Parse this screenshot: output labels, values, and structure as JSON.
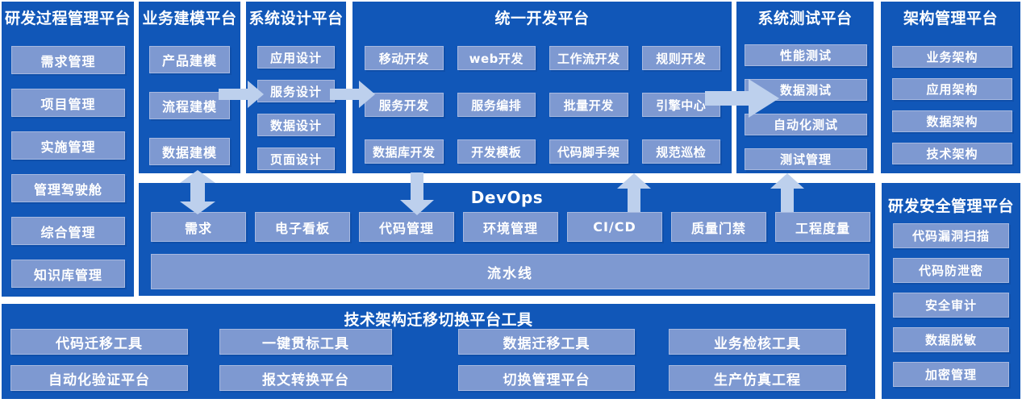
{
  "colors": {
    "bg": "#ffffff",
    "panel": "#1157b8",
    "module": "#7e99d1",
    "arrow": "#bdd0ed",
    "text": "#ffffff"
  },
  "panels": {
    "process": {
      "title": "研发过程管理平台",
      "items": [
        "需求管理",
        "项目管理",
        "实施管理",
        "管理驾驶舱",
        "综合管理",
        "知识库管理"
      ]
    },
    "modeling": {
      "title": "业务建模平台",
      "items": [
        "产品建模",
        "流程建模",
        "数据建模"
      ]
    },
    "design": {
      "title": "系统设计平台",
      "items": [
        "应用设计",
        "服务设计",
        "数据设计",
        "页面设计"
      ]
    },
    "dev": {
      "title": "统一开发平台",
      "items": [
        "移动开发",
        "web开发",
        "工作流开发",
        "规则开发",
        "服务开发",
        "服务编排",
        "批量开发",
        "引擎中心",
        "数据库开发",
        "开发模板",
        "代码脚手架",
        "规范巡检"
      ]
    },
    "test": {
      "title": "系统测试平台",
      "items": [
        "性能测试",
        "数据测试",
        "自动化测试",
        "测试管理"
      ]
    },
    "arch": {
      "title": "架构管理平台",
      "items": [
        "业务架构",
        "应用架构",
        "数据架构",
        "技术架构"
      ]
    },
    "devops": {
      "title": "DevOps",
      "items": [
        "需求",
        "电子看板",
        "代码管理",
        "环境管理",
        "CI/CD",
        "质量门禁",
        "工程度量"
      ],
      "pipeline": "流水线"
    },
    "security": {
      "title": "研发安全管理平台",
      "items": [
        "代码漏洞扫描",
        "代码防泄密",
        "安全审计",
        "数据脱敏",
        "加密管理"
      ]
    },
    "migration": {
      "title": "技术架构迁移切换平台工具",
      "items": [
        "代码迁移工具",
        "一键贯标工具",
        "数据迁移工具",
        "业务检核工具",
        "自动化验证平台",
        "报文转换平台",
        "切换管理平台",
        "生产仿真工程"
      ]
    }
  }
}
